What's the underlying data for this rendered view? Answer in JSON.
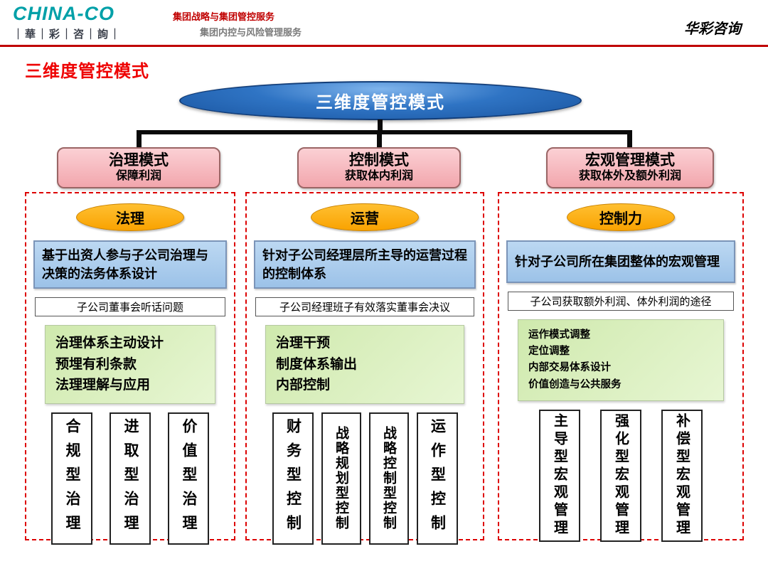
{
  "header": {
    "logo_title": "CHINA-CO",
    "logo_subtitle": "｜華｜彩｜咨｜詢｜",
    "service_line1": "集团战略与集团管控服务",
    "service_line2": "集团内控与风险管理服务",
    "brand_right": "华彩咨询"
  },
  "page_title": "三维度管控模式",
  "colors": {
    "accent_red": "#C00000",
    "root_blue": "#2F74C4",
    "mode_pink": "#F2A6AD",
    "dimension_orange": "#F9A200",
    "description_blue": "#9CC2E8",
    "actions_green": "#CFE9AD"
  },
  "diagram": {
    "root_label": "三维度管控模式",
    "columns": [
      {
        "mode_title": "治理模式",
        "mode_subtitle": "保障利润",
        "dimension": "法理",
        "description": "基于出资人参与子公司治理与决策的法务体系设计",
        "issue": "子公司董事会听话问题",
        "actions": "治理体系主动设计\n预埋有利条款\n法理理解与应用",
        "types": [
          "合规型治理",
          "进取型治理",
          "价值型治理"
        ]
      },
      {
        "mode_title": "控制模式",
        "mode_subtitle": "获取体内利润",
        "dimension": "运营",
        "description": "针对子公司经理层所主导的运营过程的控制体系",
        "issue": "子公司经理班子有效落实董事会决议",
        "actions": "治理干预\n制度体系输出\n内部控制",
        "types": [
          "财务型控制",
          "战略规划型控制",
          "战略控制型控制",
          "运作型控制"
        ]
      },
      {
        "mode_title": "宏观管理模式",
        "mode_subtitle": "获取体外及额外利润",
        "dimension": "控制力",
        "description": "针对子公司所在集团整体的宏观管理",
        "issue": "子公司获取额外利润、体外利润的途径",
        "actions": "运作模式调整\n定位调整\n内部交易体系设计\n价值创造与公共服务",
        "types": [
          "主导型宏观管理",
          "强化型宏观管理",
          "补偿型宏观管理"
        ]
      }
    ]
  }
}
